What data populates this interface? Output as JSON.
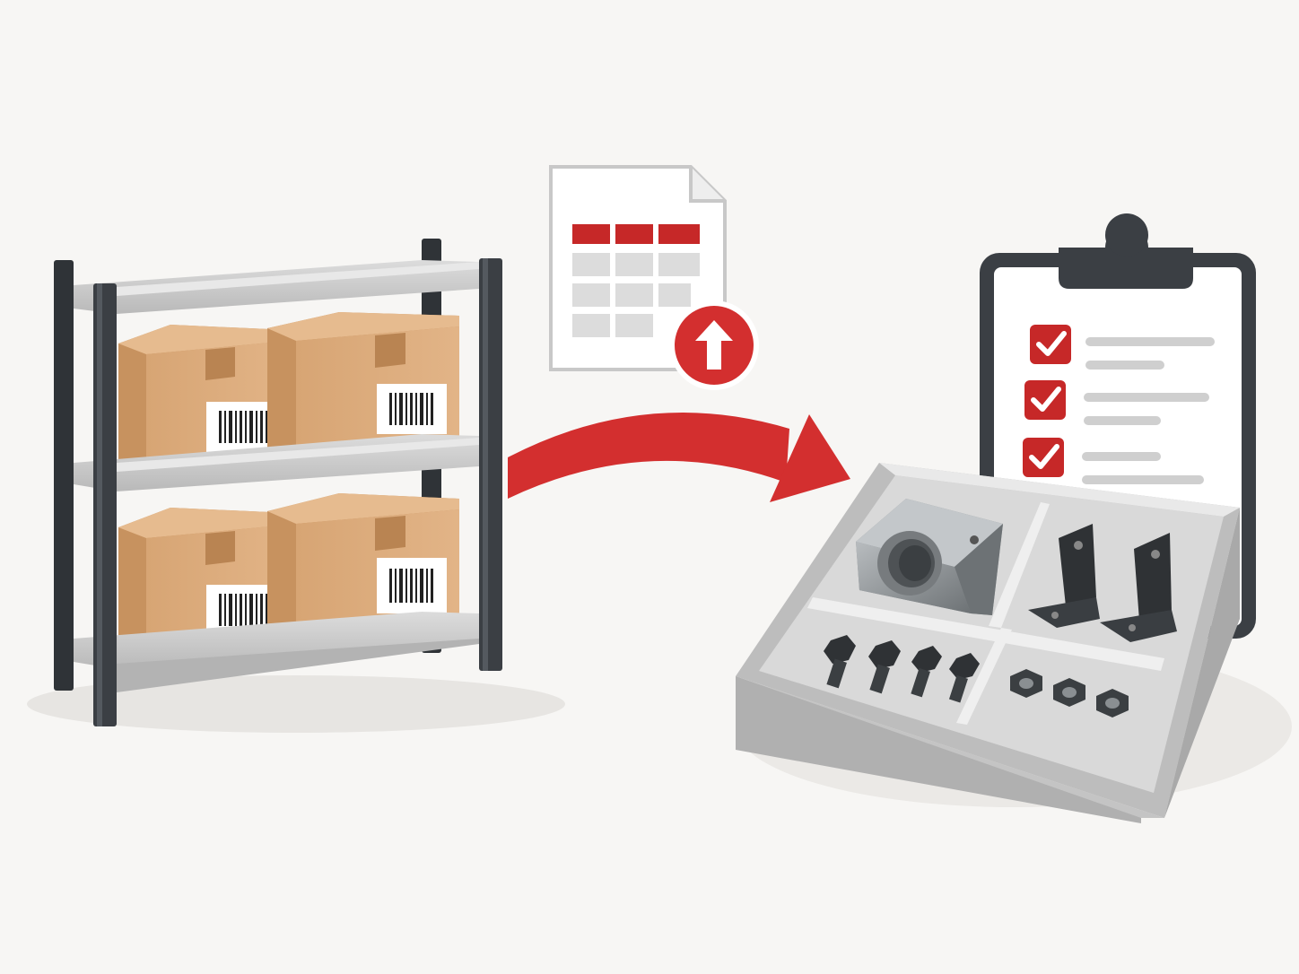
{
  "colors": {
    "background": "#f7f6f4",
    "accent_red": "#d32f2f",
    "rack_frame": "#3b3f44",
    "shelf_gray": "#c9c9c9",
    "cardboard": "#d9a877",
    "cardboard_dark": "#b98452",
    "tray_gray": "#cfcfcf",
    "hardware_dark": "#2f3235"
  },
  "icons": {
    "shelf": "warehouse-shelf-icon",
    "box": "cardboard-box-icon",
    "barcode": "barcode-label-icon",
    "spreadsheet": "spreadsheet-file-icon",
    "upload": "upload-arrow-icon",
    "flow_arrow": "curved-arrow-icon",
    "clipboard": "clipboard-checklist-icon",
    "checkbox": "checked-box-icon",
    "tray": "parts-organizer-tray-icon",
    "bearing": "bearing-block-icon",
    "bracket": "angle-bracket-icon",
    "bolt": "hex-bolt-icon",
    "nut": "hex-nut-icon"
  },
  "shelf": {
    "box_count": 4
  },
  "spreadsheet": {
    "header_columns": 3,
    "body_rows": 3
  },
  "clipboard": {
    "checked_items": 3
  },
  "tray": {
    "compartments": 4,
    "bolts": 4,
    "nuts": 3,
    "brackets": 2
  }
}
